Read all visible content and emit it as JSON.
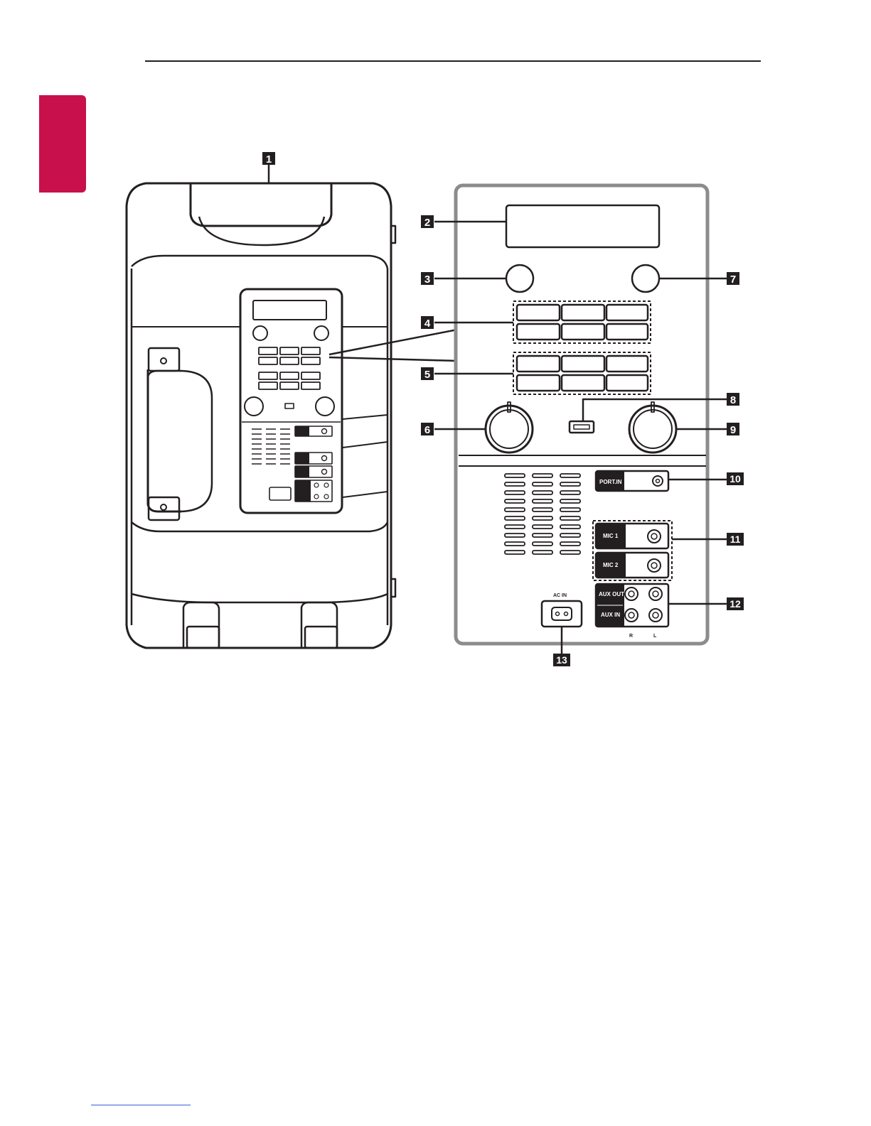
{
  "colors": {
    "accent_tab": "#c8104c",
    "ink": "#231f20",
    "panel_border": "#8c8c8c",
    "footer_link": "#3b5bdb"
  },
  "callouts": [
    "1",
    "2",
    "3",
    "4",
    "5",
    "6",
    "7",
    "8",
    "9",
    "10",
    "11",
    "12",
    "13"
  ],
  "jacks": {
    "port_in": "PORT.IN",
    "mic1": "MIC 1",
    "mic2": "MIC 2",
    "aux_out": "AUX OUT",
    "aux_in": "AUX IN",
    "r": "R",
    "l": "L",
    "ac_in": "AC IN"
  },
  "icons": {
    "usb": "usb-port-icon",
    "power": "ac-inlet-icon"
  }
}
